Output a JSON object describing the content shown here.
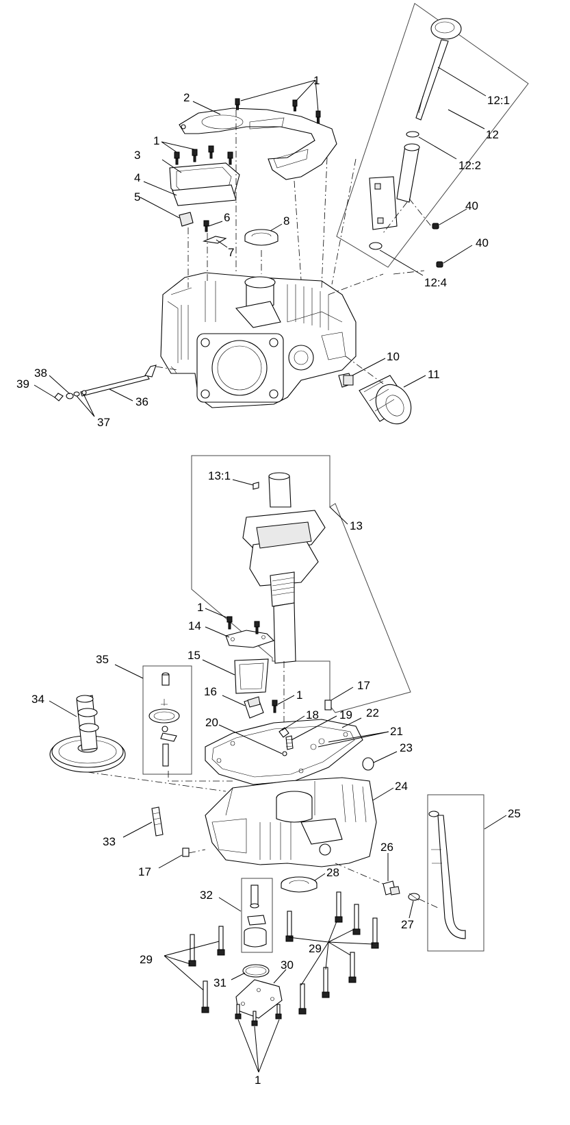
{
  "callouts": [
    {
      "id": "c-1a",
      "text": "1"
    },
    {
      "id": "c-2",
      "text": "2"
    },
    {
      "id": "c-1b",
      "text": "1"
    },
    {
      "id": "c-3",
      "text": "3"
    },
    {
      "id": "c-4",
      "text": "4"
    },
    {
      "id": "c-5",
      "text": "5"
    },
    {
      "id": "c-6",
      "text": "6"
    },
    {
      "id": "c-7",
      "text": "7"
    },
    {
      "id": "c-8",
      "text": "8"
    },
    {
      "id": "c-12-1",
      "text": "12:1"
    },
    {
      "id": "c-12",
      "text": "12"
    },
    {
      "id": "c-12-2",
      "text": "12:2"
    },
    {
      "id": "c-40a",
      "text": "40"
    },
    {
      "id": "c-40b",
      "text": "40"
    },
    {
      "id": "c-12-4",
      "text": "12:4"
    },
    {
      "id": "c-10",
      "text": "10"
    },
    {
      "id": "c-11",
      "text": "11"
    },
    {
      "id": "c-38",
      "text": "38"
    },
    {
      "id": "c-39",
      "text": "39"
    },
    {
      "id": "c-36",
      "text": "36"
    },
    {
      "id": "c-37",
      "text": "37"
    },
    {
      "id": "c-13-1",
      "text": "13:1"
    },
    {
      "id": "c-13",
      "text": "13"
    },
    {
      "id": "c-1c",
      "text": "1"
    },
    {
      "id": "c-14",
      "text": "14"
    },
    {
      "id": "c-15",
      "text": "15"
    },
    {
      "id": "c-35",
      "text": "35"
    },
    {
      "id": "c-34",
      "text": "34"
    },
    {
      "id": "c-16",
      "text": "16"
    },
    {
      "id": "c-1d",
      "text": "1"
    },
    {
      "id": "c-17a",
      "text": "17"
    },
    {
      "id": "c-18",
      "text": "18"
    },
    {
      "id": "c-19",
      "text": "19"
    },
    {
      "id": "c-22",
      "text": "22"
    },
    {
      "id": "c-20",
      "text": "20"
    },
    {
      "id": "c-21",
      "text": "21"
    },
    {
      "id": "c-23",
      "text": "23"
    },
    {
      "id": "c-24",
      "text": "24"
    },
    {
      "id": "c-25",
      "text": "25"
    },
    {
      "id": "c-33",
      "text": "33"
    },
    {
      "id": "c-17b",
      "text": "17"
    },
    {
      "id": "c-26",
      "text": "26"
    },
    {
      "id": "c-28",
      "text": "28"
    },
    {
      "id": "c-32",
      "text": "32"
    },
    {
      "id": "c-27",
      "text": "27"
    },
    {
      "id": "c-29a",
      "text": "29"
    },
    {
      "id": "c-29b",
      "text": "29"
    },
    {
      "id": "c-31",
      "text": "31"
    },
    {
      "id": "c-30",
      "text": "30"
    },
    {
      "id": "c-1e",
      "text": "1"
    }
  ]
}
